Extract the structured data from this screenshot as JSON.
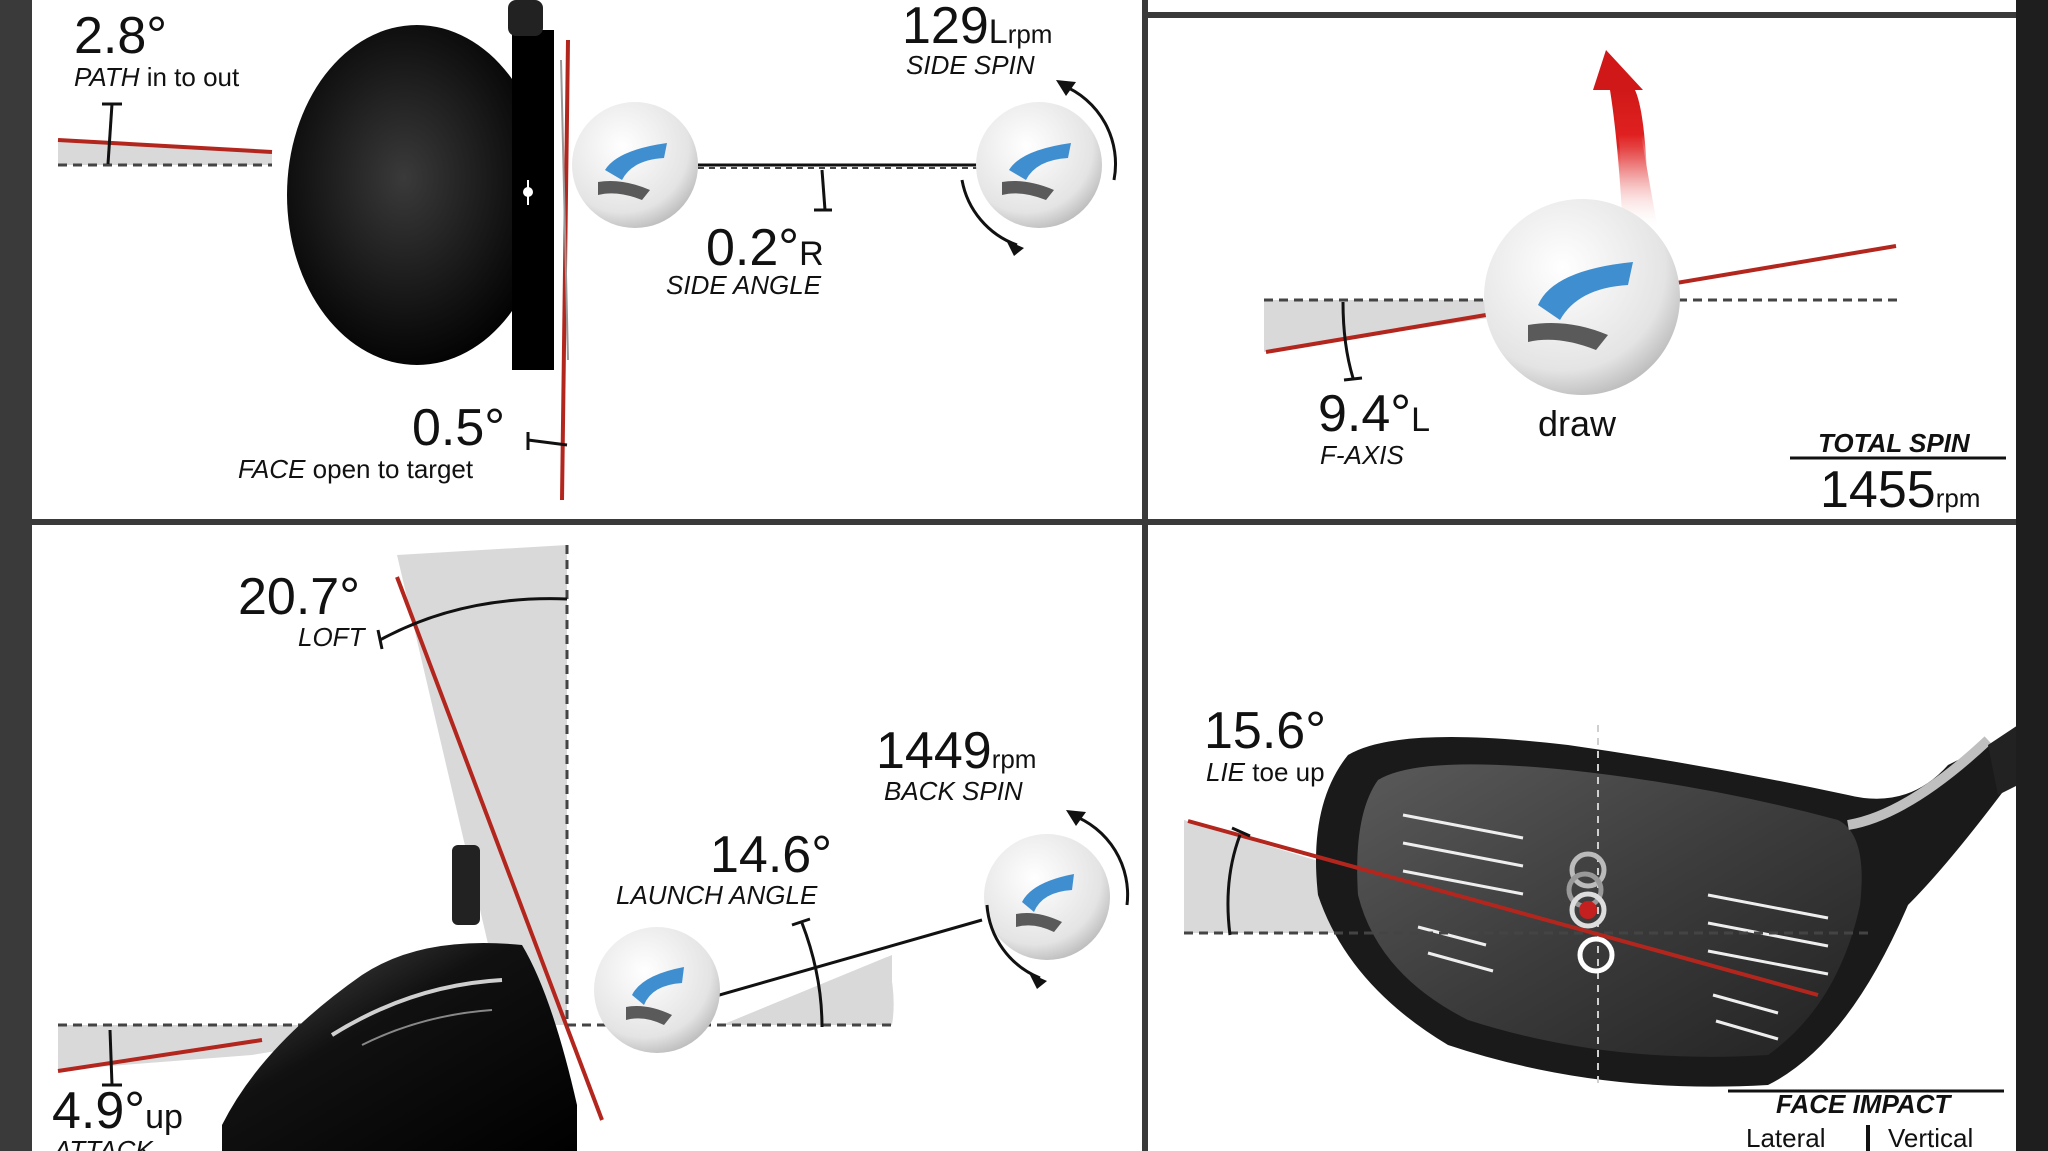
{
  "panels": {
    "club_path": {
      "path": {
        "value": "2.8°",
        "label_key": "PATH",
        "label_rest": "in to out"
      },
      "side_spin": {
        "value": "129",
        "unit_dir": "L",
        "unit": "rpm",
        "label": "SIDE SPIN"
      },
      "side_angle": {
        "value": "0.2°",
        "dir": "R",
        "label": "SIDE ANGLE"
      },
      "face": {
        "value": "0.5°",
        "label_key": "FACE",
        "label_rest": "open to target"
      }
    },
    "spin_axis": {
      "f_axis": {
        "value": "9.4°",
        "dir": "L",
        "label": "F-AXIS"
      },
      "shape": "draw",
      "total_spin": {
        "label": "TOTAL SPIN",
        "value": "1455",
        "unit": "rpm"
      }
    },
    "launch": {
      "loft": {
        "value": "20.7°",
        "label": "LOFT"
      },
      "back_spin": {
        "value": "1449",
        "unit": "rpm",
        "label": "BACK SPIN"
      },
      "launch_angle": {
        "value": "14.6°",
        "label": "LAUNCH ANGLE"
      },
      "attack": {
        "value": "4.9°",
        "unit": "up",
        "label": "ATTACK"
      }
    },
    "impact": {
      "lie": {
        "value": "15.6°",
        "label_key": "LIE",
        "label_rest": "toe up"
      },
      "face_impact": {
        "label": "FACE IMPACT",
        "lateral": "Lateral",
        "vertical": "Vertical"
      }
    }
  },
  "colors": {
    "red_line": "#b3261e",
    "wedge": "#d9d9d9",
    "ball_logo_blue": "#3f8fd0",
    "ball_logo_gray": "#5a5a5a",
    "arrow_red": "#e02020"
  }
}
